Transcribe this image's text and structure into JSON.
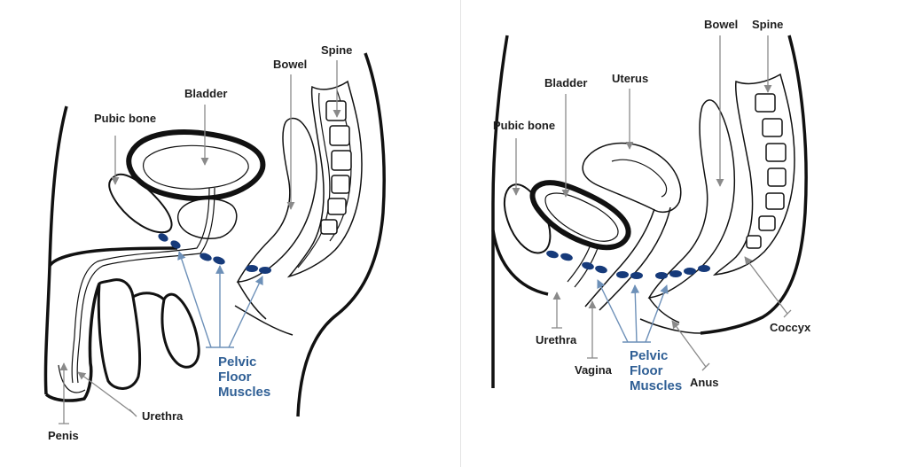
{
  "colors": {
    "outline": "#111111",
    "leader": "#8a8a8a",
    "pelvic_leader": "#6d90b8",
    "muscle": "#163a7a",
    "pelvic_label": "#2f5f95"
  },
  "male": {
    "labels": {
      "pubic_bone": "Pubic bone",
      "bladder": "Bladder",
      "bowel": "Bowel",
      "spine": "Spine",
      "penis": "Penis",
      "urethra": "Urethra",
      "pelvic_floor_line1": "Pelvic",
      "pelvic_floor_line2": "Floor",
      "pelvic_floor_line3": "Muscles"
    }
  },
  "female": {
    "labels": {
      "pubic_bone": "Pubic bone",
      "bladder": "Bladder",
      "uterus": "Uterus",
      "bowel": "Bowel",
      "spine": "Spine",
      "urethra": "Urethra",
      "vagina": "Vagina",
      "anus": "Anus",
      "coccyx": "Coccyx",
      "pelvic_floor_line1": "Pelvic",
      "pelvic_floor_line2": "Floor",
      "pelvic_floor_line3": "Muscles"
    }
  }
}
